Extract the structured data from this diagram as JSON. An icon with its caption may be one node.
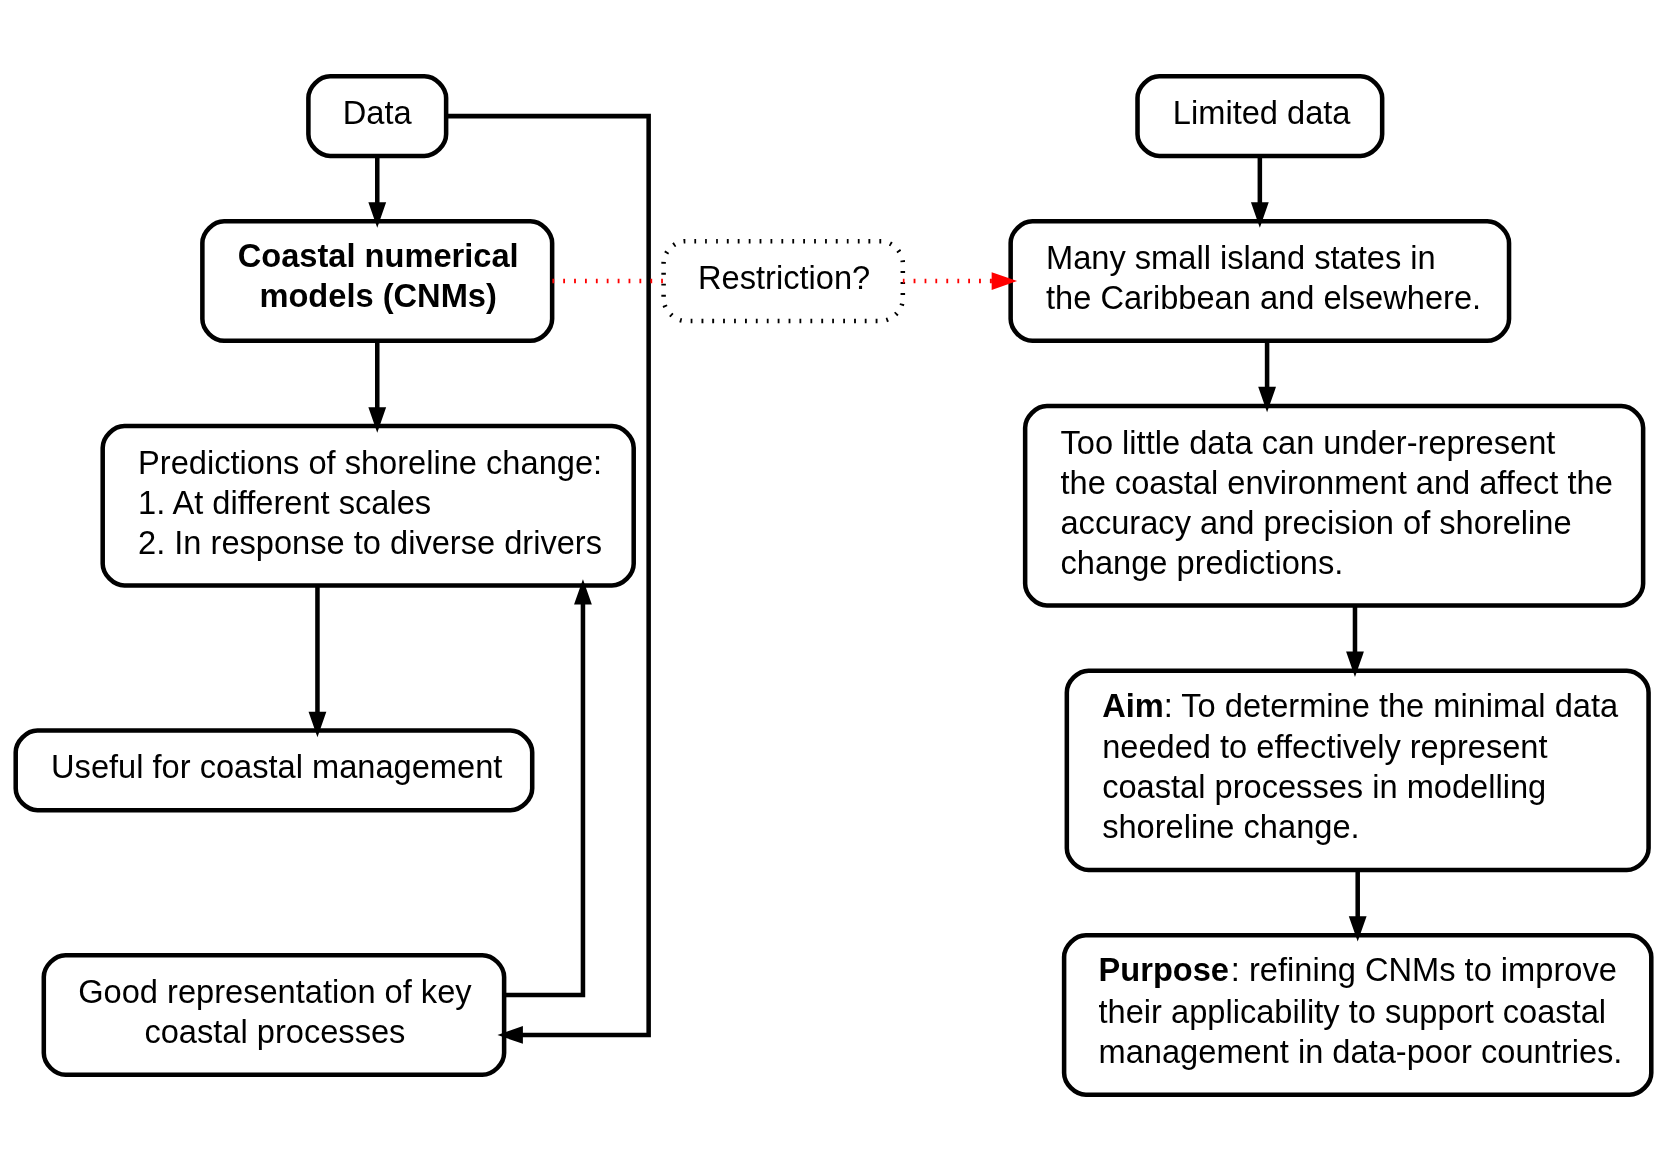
{
  "diagram": {
    "nodes": [
      {
        "text": [
          "Data"
        ]
      },
      {
        "text": [
          "Coastal numerical models (CNMs)"
        ]
      },
      {
        "text": [
          "Predictions of shoreline change:",
          "1. At different scales",
          "2. In response to diverse drivers"
        ]
      },
      {
        "text": [
          "Useful for coastal management"
        ]
      },
      {
        "text": [
          "Good representation of key coastal processes"
        ]
      },
      {
        "text": [
          "Restriction?"
        ]
      },
      {
        "text": [
          "Limited data"
        ]
      },
      {
        "text": [
          "Many small island states in the Caribbean and elsewhere."
        ]
      },
      {
        "text": [
          "Too little data can under-represent the coastal environment and affect the accuracy and precision of shoreline change predictions."
        ]
      },
      {
        "text": [
          "**Aim**: To determine the minimal data needed to effectively represent coastal processes in modelling shoreline change."
        ]
      },
      {
        "text": [
          "**Purpose**: refining CNMs to improve their applicability to support coastal management in data-poor countries."
        ]
      }
    ],
    "edges": [
      {
        "from": 0,
        "to": 1,
        "arrow": "to"
      },
      {
        "from": 1,
        "to": 2,
        "arrow": "to"
      },
      {
        "from": 2,
        "to": 3,
        "arrow": "to"
      },
      {
        "from": 0,
        "to": 4,
        "arrow": "to"
      },
      {
        "from": 4,
        "to": 2,
        "arrow": "to"
      },
      {
        "from": 1,
        "to": 5,
        "arrow": "none",
        "style": "dashed",
        "color": "#ff0000"
      },
      {
        "from": 5,
        "to": 7,
        "arrow": "to",
        "style": "dashed",
        "color": "#ff0000"
      },
      {
        "from": 6,
        "to": 7,
        "arrow": "to"
      },
      {
        "from": 7,
        "to": 8,
        "arrow": "to"
      },
      {
        "from": 8,
        "to": 9,
        "arrow": "to"
      },
      {
        "from": 9,
        "to": 10,
        "arrow": "to"
      }
    ]
  }
}
